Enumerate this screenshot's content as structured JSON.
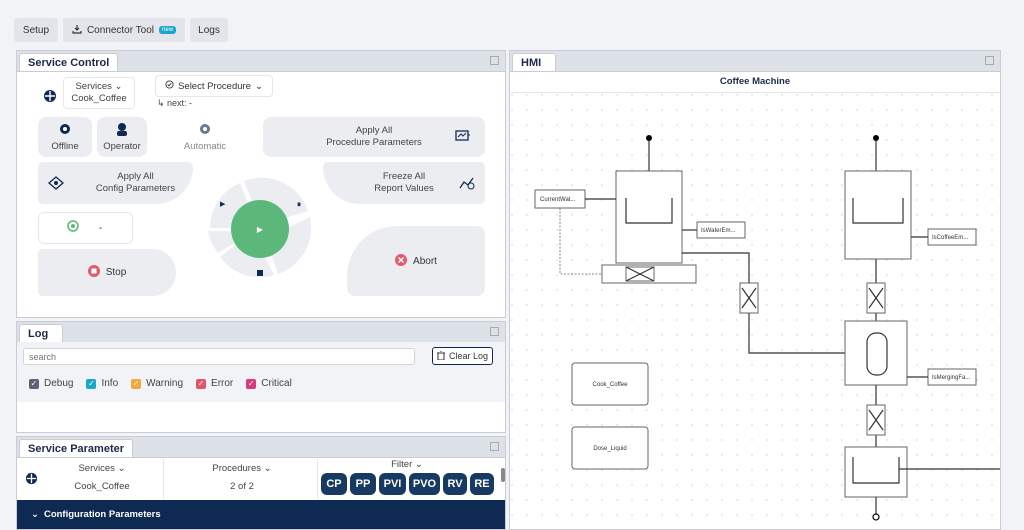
{
  "toolbar": {
    "setup": "Setup",
    "connector_tool": "Connector Tool",
    "connector_badge": "new",
    "logs": "Logs"
  },
  "service_control": {
    "title": "Service Control",
    "services_label": "Services",
    "service_value": "Cook_Coffee",
    "select_procedure": "Select Procedure",
    "next": "next: -",
    "offline": "Offline",
    "operator": "Operator",
    "automatic": "Automatic",
    "apply_all_procedure_1": "Apply All",
    "apply_all_procedure_2": "Procedure Parameters",
    "apply_all_config_1": "Apply All",
    "apply_all_config_2": "Config Parameters",
    "freeze_all_1": "Freeze All",
    "freeze_all_2": "Report Values",
    "state_value": "-",
    "stop": "Stop",
    "abort": "Abort"
  },
  "log": {
    "title": "Log",
    "search_placeholder": "search",
    "clear_log": "Clear Log",
    "levels": [
      {
        "label": "Debug",
        "color": "#5d6275"
      },
      {
        "label": "Info",
        "color": "#1aa7c9"
      },
      {
        "label": "Warning",
        "color": "#f2a93b"
      },
      {
        "label": "Error",
        "color": "#e0566b"
      },
      {
        "label": "Critical",
        "color": "#d6397e"
      }
    ]
  },
  "service_parameter": {
    "title": "Service Parameter",
    "services_label": "Services",
    "service_value": "Cook_Coffee",
    "procedures_label": "Procedures",
    "procedures_value": "2 of 2",
    "filter_label": "Filter",
    "filters": [
      "CP",
      "PP",
      "PVI",
      "PVO",
      "RV",
      "RE"
    ],
    "config_section": "Configuration Parameters"
  },
  "hmi": {
    "title": "HMI",
    "diagram_title": "Coffee Machine",
    "labels": {
      "current_water": "CurrentWat...",
      "is_water_empty": "IsWaterEm...",
      "is_coffee_empty": "IsCoffeeEm...",
      "is_merging": "IsMergingFa...",
      "cook_coffee": "Cook_Coffee",
      "dose_liquid": "Dose_Liquid"
    }
  },
  "colors": {
    "accent_green": "#5cb87a",
    "dark_navy": "#0f2a52",
    "stop_red": "#e05c6b"
  }
}
